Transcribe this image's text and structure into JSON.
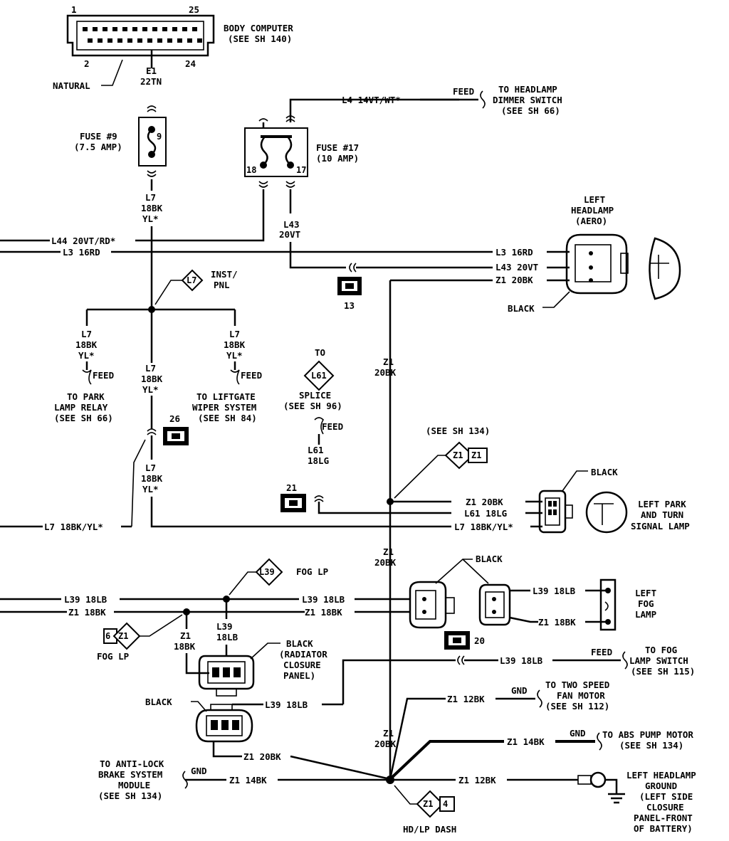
{
  "body_computer": {
    "pin1": "1",
    "pin25": "25",
    "pin2": "2",
    "pin24": "24",
    "title": "BODY COMPUTER",
    "ref": "(SEE SH 140)",
    "natural": "NATURAL",
    "circuit": "E1",
    "gauge": "22TN"
  },
  "fuse9": {
    "name": "FUSE #9",
    "rating": "(7.5 AMP)",
    "num": "9"
  },
  "fuse17": {
    "name": "FUSE #17",
    "rating": "(10 AMP)",
    "pin_a": "18",
    "pin_b": "17"
  },
  "l4": {
    "wire": "L4 14VT/WT*",
    "feed": "FEED",
    "dest1": "TO HEADLAMP",
    "dest2": "DIMMER SWITCH",
    "dest3": "(SEE SH 66)"
  },
  "l7_top": {
    "c": "L7",
    "g": "18BK",
    "t": "YL*"
  },
  "l44": "L44 20VT/RD*",
  "l3": "L3 16RD",
  "l43": {
    "c": "L43",
    "g": "20VT"
  },
  "left_headlamp": {
    "t1": "LEFT",
    "t2": "HEADLAMP",
    "t3": "(AERO)",
    "w1": "L3 16RD",
    "w2": "L43 20VT",
    "w3": "Z1 20BK",
    "color": "BLACK"
  },
  "conn13": "13",
  "inst": {
    "l7": "L7",
    "t1": "INST/",
    "t2": "PNL"
  },
  "branch_left": {
    "c": "L7",
    "g": "18BK",
    "t": "YL*",
    "feed": "FEED",
    "d1": "TO PARK",
    "d2": "LAMP RELAY",
    "d3": "(SEE SH 66)"
  },
  "branch_mid": {
    "c": "L7",
    "g": "18BK",
    "t": "YL*"
  },
  "branch_right": {
    "c": "L7",
    "g": "18BK",
    "t": "YL*",
    "feed": "FEED",
    "d1": "TO LIFTGATE",
    "d2": "WIPER SYSTEM",
    "d3": "(SEE SH 84)"
  },
  "conn26": "26",
  "l7_low": {
    "c": "L7",
    "g": "18BK",
    "t": "YL*"
  },
  "l7_left_wire": "L7 18BK/YL*",
  "l61": {
    "to": "TO",
    "code": "L61",
    "splice": "SPLICE",
    "ref": "(SEE SH 96)",
    "feed": "FEED",
    "c": "L61",
    "g": "18LG"
  },
  "conn21": "21",
  "z1_vert": {
    "c": "Z1",
    "g": "20BK"
  },
  "z1_ref": {
    "ref": "(SEE SH 134)",
    "code": "Z1",
    "sub": "Z1"
  },
  "park_lamp": {
    "color": "BLACK",
    "w1": "Z1 20BK",
    "w2": "L61 18LG",
    "w3": "L7 18BK/YL*",
    "t1": "LEFT PARK",
    "t2": "AND TURN",
    "t3": "SIGNAL LAMP"
  },
  "z1_mid": {
    "c": "Z1",
    "g": "20BK"
  },
  "fog": {
    "code": "L39",
    "label": "FOG LP",
    "color": "BLACK",
    "wl39": "L39 18LB",
    "wz1": "Z1 18BK",
    "r_l39": "L39 18LB",
    "r_z1": "Z1 18BK",
    "t1": "LEFT",
    "t2": "FOG",
    "t3": "LAMP",
    "in_l39": "L39 18LB",
    "in_z1": "Z1 18BK"
  },
  "fog_z1": {
    "code": "Z1",
    "sub": "6",
    "label": "FOG LP"
  },
  "z1_18bk": {
    "c": "Z1",
    "g": "18BK"
  },
  "l39_vert": {
    "c": "L39",
    "g": "18LB"
  },
  "rad": {
    "t1": "BLACK",
    "t2": "(RADIATOR",
    "t3": "CLOSURE",
    "t4": "PANEL)"
  },
  "conn20": "20",
  "fog_sw": {
    "wire": "L39 18LB",
    "feed": "FEED",
    "d1": "TO FOG",
    "d2": "LAMP SWITCH",
    "d3": "(SEE SH 115)"
  },
  "lower_conn": {
    "color": "BLACK",
    "l39": "L39 18LB",
    "z1": "Z1 20BK"
  },
  "fan": {
    "wire": "Z1 12BK",
    "gnd": "GND",
    "d1": "TO TWO SPEED",
    "d2": "FAN MOTOR",
    "d3": "(SEE SH 112)"
  },
  "abs_pump": {
    "wire": "Z1 14BK",
    "gnd": "GND",
    "d1": "TO ABS PUMP MOTOR",
    "d2": "(SEE SH 134)"
  },
  "z1_low": {
    "c": "Z1",
    "g": "20BK"
  },
  "abs_module": {
    "d1": "TO ANTI-LOCK",
    "d2": "BRAKE SYSTEM",
    "d3": "MODULE",
    "d4": "(SEE SH 134)",
    "gnd": "GND",
    "wire": "Z1 14BK"
  },
  "ground": {
    "wire": "Z1 12BK",
    "t1": "LEFT HEADLAMP",
    "t2": "GROUND",
    "t3": "(LEFT SIDE",
    "t4": "CLOSURE",
    "t5": "PANEL-FRONT",
    "t6": "OF BATTERY)"
  },
  "hd": {
    "code": "Z1",
    "sub": "4",
    "label": "HD/LP DASH"
  }
}
